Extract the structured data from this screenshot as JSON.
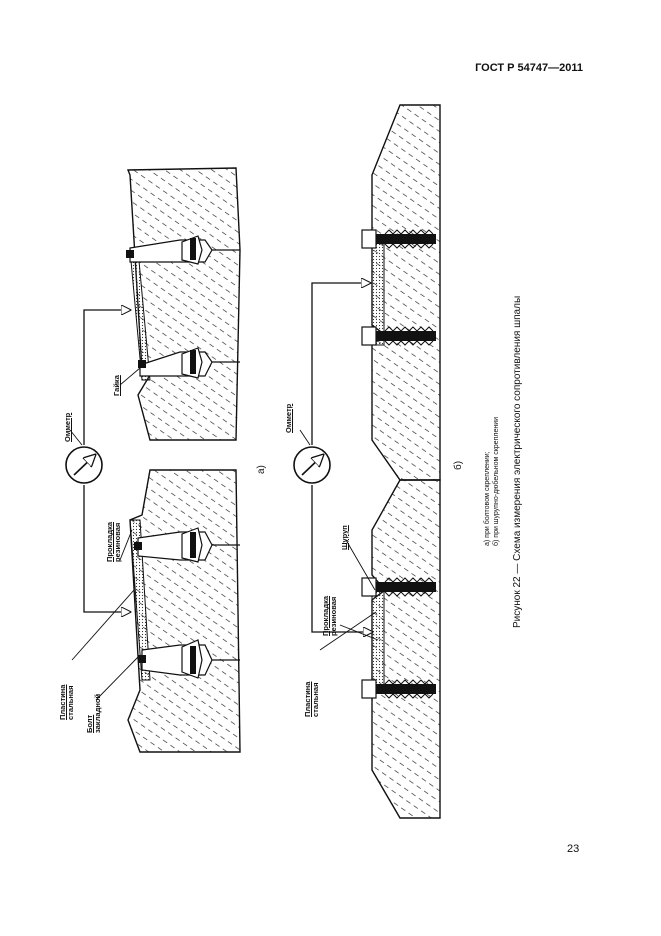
{
  "header": {
    "doc_id": "ГОСТ Р 54747—2011"
  },
  "figure": {
    "panel_a_label": "а)",
    "panel_b_label": "б)",
    "labels": {
      "ohmmeter_a": "Омметр",
      "ohmmeter_b": "Омметр",
      "nut": "Гайка",
      "pad_rubber_a_line1": "Прокладка",
      "pad_rubber_a_line2": "резиновая",
      "plate_steel_a_line1": "Пластина",
      "plate_steel_a_line2": "стальная",
      "bolt_line1": "Болт",
      "bolt_line2": "закладной",
      "screw": "Шуруп",
      "pad_rubber_b_line1": "Прокладка",
      "pad_rubber_b_line2": "резиновая",
      "plate_steel_b_line1": "Пластина",
      "plate_steel_b_line2": "стальная"
    }
  },
  "caption": {
    "note_a": "а) при болтовом скреплении;",
    "note_b": "б) при шурупно-дюбельном скреплении",
    "title": "Рисунок 22 — Схема измерения электрического сопротивления шпалы"
  },
  "page_number": "23"
}
